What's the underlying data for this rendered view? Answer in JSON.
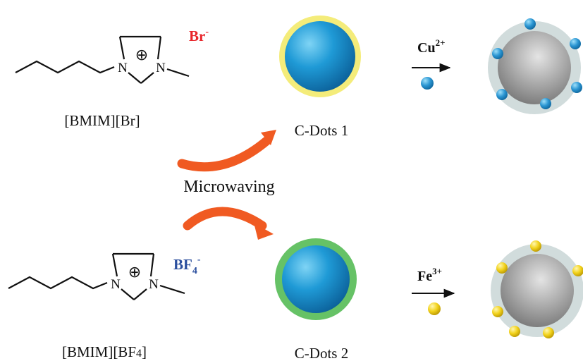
{
  "reagent_top": {
    "name": "[BMIM][Br]",
    "anion_base": "Br",
    "anion_charge": "-",
    "anion_color": "#e8262b",
    "n_left": "N",
    "n_right": "N",
    "plus": "⊕"
  },
  "reagent_bottom": {
    "name_prefix": "[BMIM][BF",
    "name_sub": "4",
    "name_suffix": "]",
    "anion_base": "BF",
    "anion_sub": "4",
    "anion_charge": "-",
    "anion_color": "#2b4f9e",
    "n_left": "N",
    "n_right": "N",
    "plus": "⊕"
  },
  "process": {
    "label": "Microwaving",
    "arrow_color": "#f05a22"
  },
  "dots_top": {
    "label": "C-Dots 1",
    "shell_color": "#f4ec7a"
  },
  "dots_bottom": {
    "label": "C-Dots 2",
    "shell_color": "#66c266"
  },
  "ion_top": {
    "base": "Cu",
    "charge": "2+",
    "ion_color": "#1f7fc0"
  },
  "ion_bottom": {
    "base": "Fe",
    "charge": "3+",
    "ion_color": "#e6c619"
  }
}
